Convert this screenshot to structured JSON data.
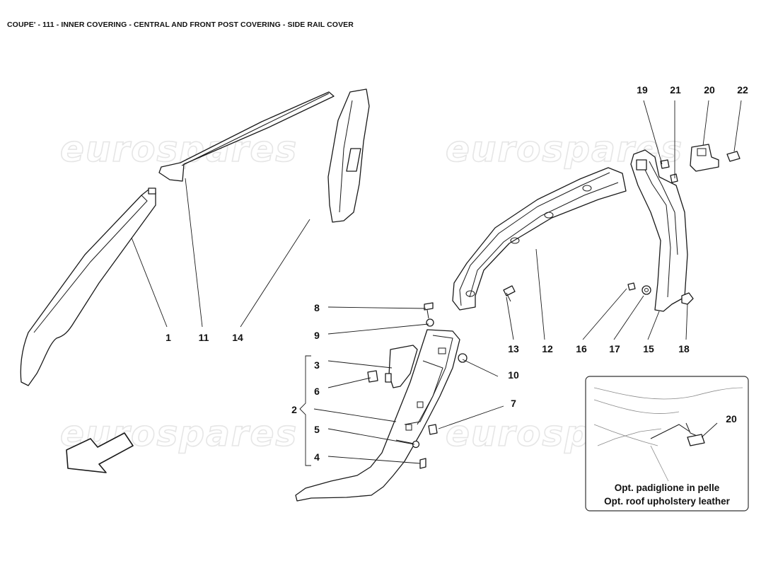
{
  "title": "COUPE' - 111 - INNER COVERING - CENTRAL AND FRONT POST COVERING - SIDE RAIL COVER",
  "watermark": "eurospares",
  "callouts": {
    "c1": "1",
    "c2": "2",
    "c3": "3",
    "c4": "4",
    "c5": "5",
    "c6": "6",
    "c7": "7",
    "c8": "8",
    "c9": "9",
    "c10": "10",
    "c11": "11",
    "c12": "12",
    "c13": "13",
    "c14": "14",
    "c15": "15",
    "c16": "16",
    "c17": "17",
    "c18": "18",
    "c19": "19",
    "c20": "20",
    "c21": "21",
    "c22": "22"
  },
  "inset": {
    "callout": "20",
    "caption_line1": "Opt. padiglione in pelle",
    "caption_line2": "Opt. roof upholstery leather"
  },
  "icons": {
    "direction": "arrow-down-left-icon"
  }
}
